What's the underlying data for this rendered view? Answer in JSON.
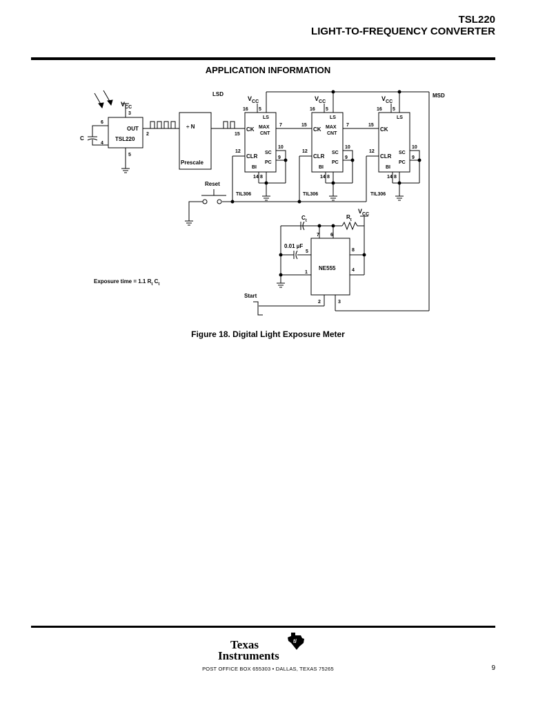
{
  "header": {
    "part_number": "TSL220",
    "title": "LIGHT-TO-FREQUENCY CONVERTER"
  },
  "section_heading": "APPLICATION INFORMATION",
  "figure": {
    "caption": "Figure 18. Digital Light Exposure Meter",
    "labels": {
      "vcc": "V",
      "vcc_sub": "CC",
      "sensor_name": "TSL220",
      "sensor_out": "OUT",
      "cap": "C",
      "prescale_div": "÷ N",
      "prescale_name": "Prescale",
      "lsd": "LSD",
      "msd": "MSD",
      "reset": "Reset",
      "start": "Start",
      "til": "TIL306",
      "ls": "LS",
      "ck": "CK",
      "max": "MAX",
      "cnt": "CNT",
      "clr": "CLR",
      "sc": "SC",
      "pc": "PC",
      "bi": "BI",
      "ne555": "NE555",
      "ct": "C",
      "ct_sub": "t",
      "rt": "R",
      "rt_sub": "t",
      "cap_value": "0.01 µF",
      "exposure": "Exposure time = 1.1 R",
      "exposure_sub1": "t",
      "exposure_c": " C",
      "exposure_sub2": "t"
    },
    "pins": {
      "p3": "3",
      "p6": "6",
      "p4": "4",
      "p2": "2",
      "p5": "5",
      "p16": "16",
      "p15": "15",
      "p7": "7",
      "p12": "12",
      "p10": "10",
      "p9": "9",
      "p14": "14",
      "p8": "8",
      "p1": "1"
    }
  },
  "footer": {
    "logo_line1": "Texas",
    "logo_line2": "Instruments",
    "address": "POST OFFICE BOX 655303 • DALLAS, TEXAS 75265",
    "page_number": "9"
  }
}
